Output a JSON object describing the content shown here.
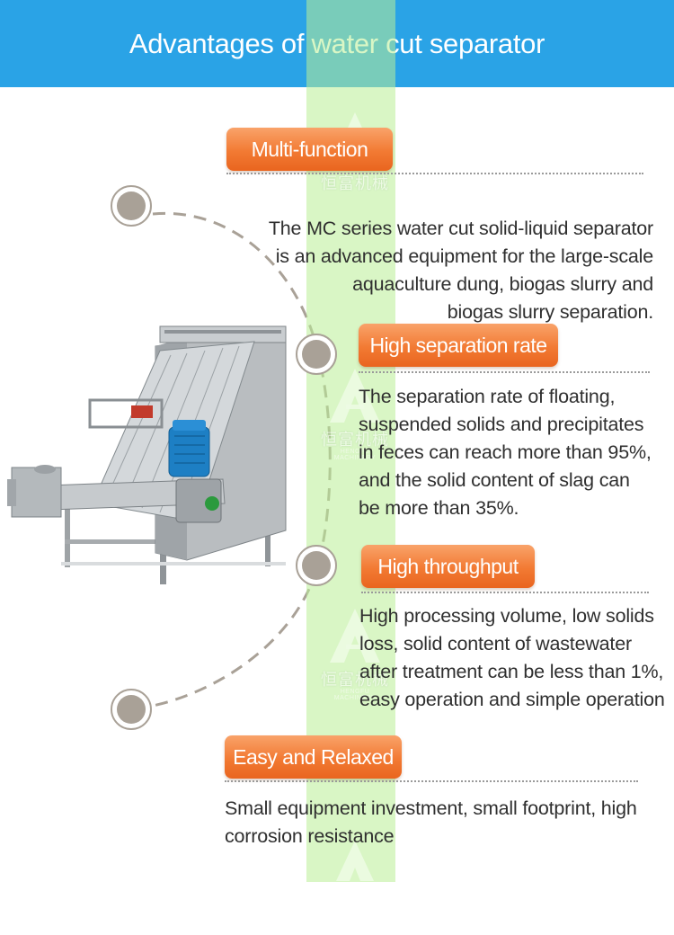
{
  "header": {
    "title": "Advantages of water cut separator"
  },
  "colors": {
    "header_bg": "#2aa3e6",
    "pill_orange": "#f27a33",
    "green_strip": "#baee96",
    "circle_gray": "#a9a197",
    "text": "#2f2f2f"
  },
  "watermark": {
    "text": "恒富机械",
    "sub": "HENGFU MACHINERY"
  },
  "features": [
    {
      "title": "Multi-function",
      "description": "The MC series water cut solid-liquid separator\nis an advanced equipment for the large-scale\naquaculture dung, biogas slurry and\nbiogas slurry separation."
    },
    {
      "title": "High separation rate",
      "description": "The separation rate of floating,\nsuspended solids and precipitates\nin feces can reach more than 95%,\nand the solid content of slag can\nbe more than 35%."
    },
    {
      "title": "High throughput",
      "description": "High processing volume, low solids\nloss, solid content of wastewater\nafter treatment can be less than 1%,\neasy operation and simple operation"
    },
    {
      "title": "Easy and Relaxed",
      "description": "Small equipment investment, small footprint, high\ncorrosion resistance"
    }
  ],
  "icons": {
    "bullet": "circle-bullet-icon",
    "machine": "separator-machine-image"
  }
}
